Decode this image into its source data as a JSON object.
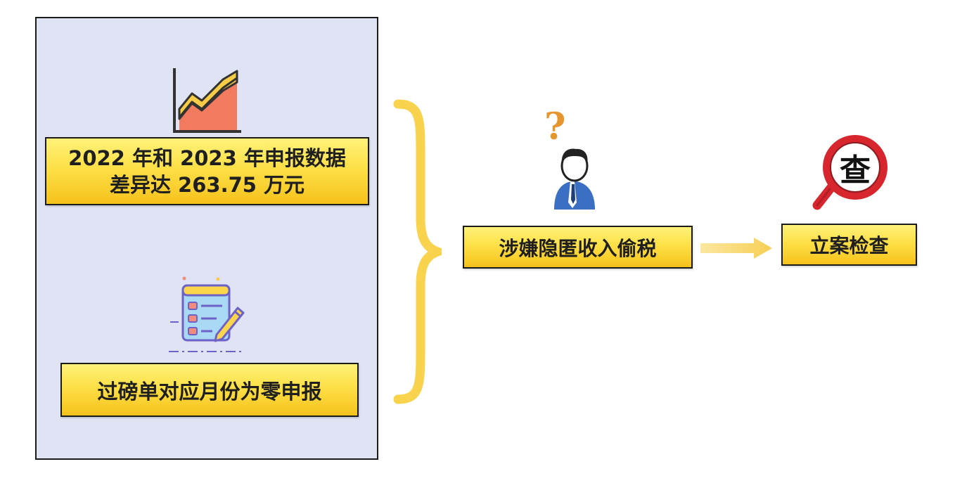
{
  "findings": {
    "declaration_gap": {
      "line1": "2022 年和 2023 年申报数据",
      "line2": "差异达 263.75 万元"
    },
    "zero_declaration": "过磅单对应月份为零申报"
  },
  "conclusion": {
    "suspicion": "涉嫌隐匿收入偷税",
    "action": "立案检查",
    "action_icon_char": "查"
  },
  "icons": {
    "chart": "area-chart-icon",
    "form": "checklist-form-icon",
    "brace": "right-curly-brace",
    "person": "questioning-person-icon",
    "arrow": "right-arrow-icon",
    "magnifier": "magnifying-glass-icon"
  },
  "colors": {
    "panel_background": "#dfe3f3",
    "box_yellow": "#fde047",
    "brace_yellow": "#f9d24e",
    "magnifier_red": "#d7262e",
    "chart_red": "#f27a5e",
    "chart_yellow": "#f9cc45",
    "person_blue": "#3a6fc4",
    "question_orange": "#e6952f"
  }
}
